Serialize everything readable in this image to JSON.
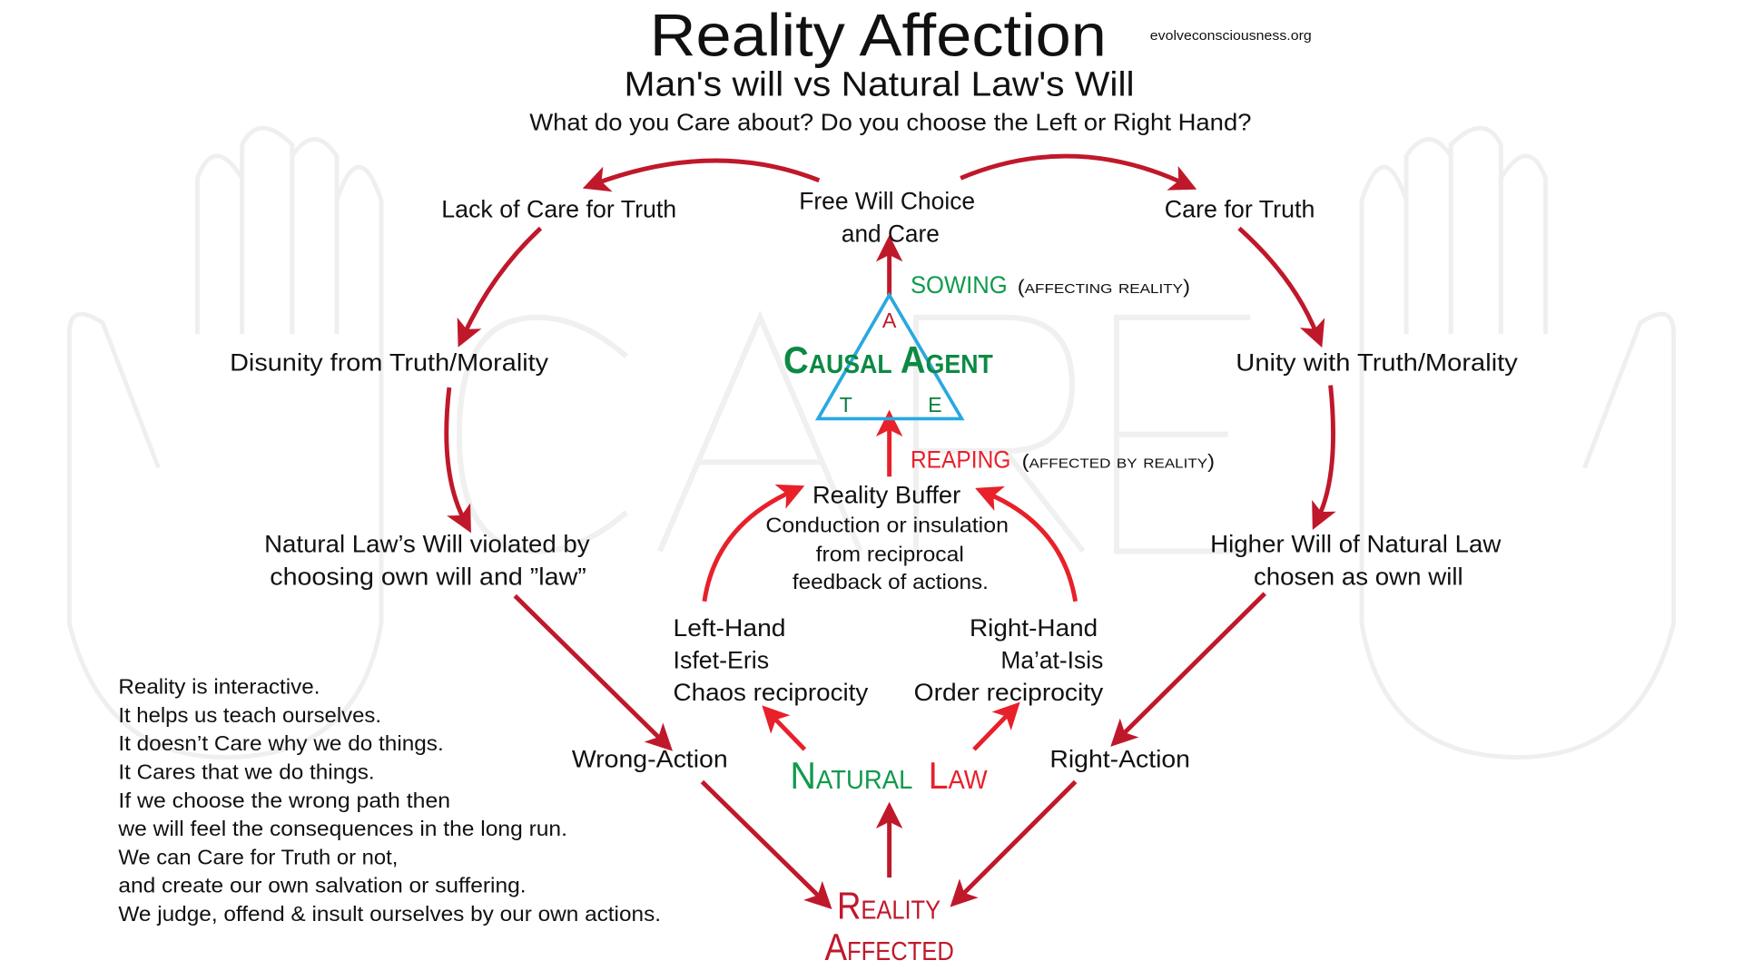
{
  "title": "Reality Affection",
  "website": "evolveconsciousness.org",
  "subtitle": "Man's will vs Natural Law's Will",
  "question": "What do you Care about? Do you choose the Left or Right Hand?",
  "watermark": "CARE",
  "nodes": {
    "free_will": [
      "Free Will Choice",
      "and Care"
    ],
    "lack_of_care": "Lack of Care for Truth",
    "care_for_truth": "Care for Truth",
    "disunity": "Disunity from Truth/Morality",
    "unity": "Unity with Truth/Morality",
    "nl_violated": [
      "Natural Law’s Will violated by",
      "choosing own will and ”law”"
    ],
    "higher_will": [
      "Higher Will of Natural Law",
      "chosen as own will"
    ],
    "wrong_action": "Wrong-Action",
    "right_action": "Right-Action",
    "reality_buffer": {
      "title": "Reality Buffer",
      "lines": [
        "Conduction or insulation",
        "from reciprocal",
        "feedback of actions."
      ]
    },
    "left_hand": [
      "Left-Hand",
      "Isfet-Eris",
      "Chaos reciprocity"
    ],
    "right_hand": [
      "Right-Hand",
      "Ma’at-Isis",
      "Order reciprocity"
    ],
    "natural_law": {
      "natural": "Natural",
      "law": "Law"
    },
    "reality_affected": [
      "Reality",
      "Affected"
    ]
  },
  "causal_agent": {
    "label": "Causal Agent",
    "a": "A",
    "t": "T",
    "e": "E"
  },
  "sowing": {
    "label": "SOWING",
    "note": "(affecting reality)"
  },
  "reaping": {
    "label": "REAPING",
    "note": "(affected by reality)"
  },
  "paragraph": [
    "Reality is interactive.",
    "It helps us teach ourselves.",
    "It doesn’t Care why we do things.",
    "It Cares that we do things.",
    "If we choose the wrong path then",
    "we will feel the consequences in the long run.",
    "We can Care for Truth or not,",
    "and create our own salvation or suffering.",
    "We judge, offend & insult ourselves by our own actions."
  ],
  "colors": {
    "dark_red": "#c0182b",
    "bright_red": "#e8202a",
    "green": "#0f9a4c",
    "dark_green": "#0b7f3e",
    "blue": "#29a8e0"
  }
}
